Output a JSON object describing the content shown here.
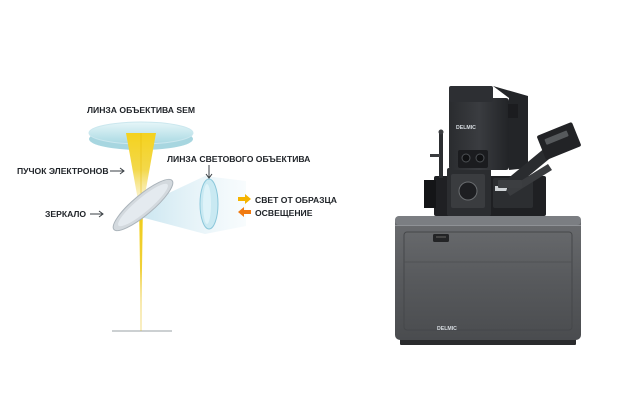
{
  "diagram": {
    "labels": {
      "sem_lens": "ЛИНЗА ОБЪЕКТИВА SEM",
      "electron_beam": "ПУЧОК ЭЛЕКТРОНОВ",
      "light_lens": "ЛИНЗА СВЕТОВОГО ОБЪЕКТИВА",
      "mirror": "ЗЕРКАЛО",
      "light_from_sample": "СВЕТ ОТ ОБРАЗЦА",
      "illumination": "ОСВЕЩЕНИЕ"
    },
    "colors": {
      "light_from_sample_arrow": "#f5b400",
      "illumination_arrow": "#f07a10",
      "beam": "#f1cf2a",
      "lens_glass": "#bfe4ee"
    }
  },
  "instrument": {
    "brand_top": "DELMIC",
    "brand_bottom": "DELMIC"
  }
}
